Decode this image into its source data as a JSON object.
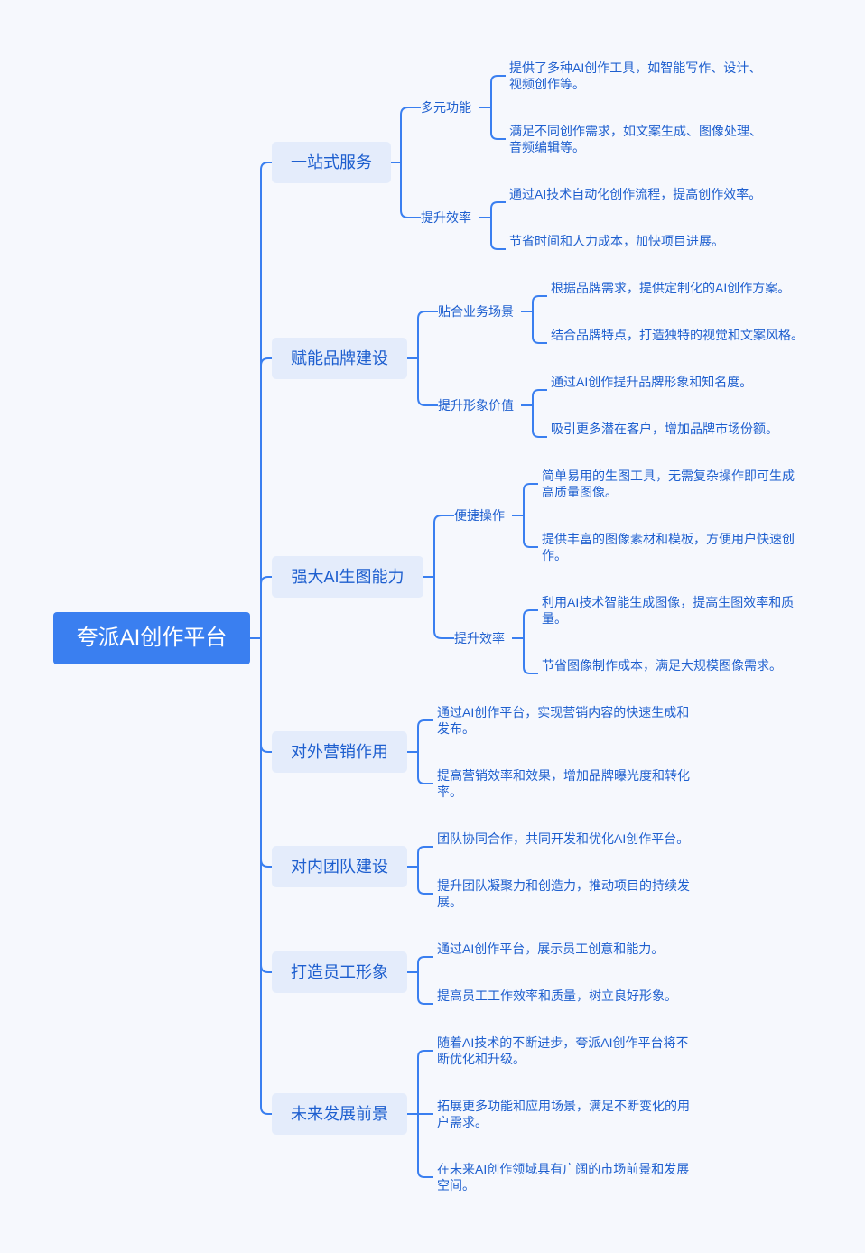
{
  "root": "夸派AI创作平台",
  "branches": [
    {
      "label": "一站式服务",
      "subs": [
        {
          "label": "多元功能",
          "leaves": [
            "提供了多种AI创作工具，如智能写作、设计、视频创作等。",
            "满足不同创作需求，如文案生成、图像处理、音频编辑等。"
          ]
        },
        {
          "label": "提升效率",
          "leaves": [
            "通过AI技术自动化创作流程，提高创作效率。",
            "节省时间和人力成本，加快项目进展。"
          ]
        }
      ]
    },
    {
      "label": "赋能品牌建设",
      "subs": [
        {
          "label": "贴合业务场景",
          "leaves": [
            "根据品牌需求，提供定制化的AI创作方案。",
            "结合品牌特点，打造独特的视觉和文案风格。"
          ]
        },
        {
          "label": "提升形象价值",
          "leaves": [
            "通过AI创作提升品牌形象和知名度。",
            "吸引更多潜在客户，增加品牌市场份额。"
          ]
        }
      ]
    },
    {
      "label": "强大AI生图能力",
      "subs": [
        {
          "label": "便捷操作",
          "leaves": [
            "简单易用的生图工具，无需复杂操作即可生成高质量图像。",
            "提供丰富的图像素材和模板，方便用户快速创作。"
          ]
        },
        {
          "label": "提升效率",
          "leaves": [
            "利用AI技术智能生成图像，提高生图效率和质量。",
            "节省图像制作成本，满足大规模图像需求。"
          ]
        }
      ]
    },
    {
      "label": "对外营销作用",
      "leaves": [
        "通过AI创作平台，实现营销内容的快速生成和发布。",
        "提高营销效率和效果，增加品牌曝光度和转化率。"
      ]
    },
    {
      "label": "对内团队建设",
      "leaves": [
        "团队协同合作，共同开发和优化AI创作平台。",
        "提升团队凝聚力和创造力，推动项目的持续发展。"
      ]
    },
    {
      "label": "打造员工形象",
      "leaves": [
        "通过AI创作平台，展示员工创意和能力。",
        "提高员工工作效率和质量，树立良好形象。"
      ]
    },
    {
      "label": "未来发展前景",
      "leaves": [
        "随着AI技术的不断进步，夸派AI创作平台将不断优化和升级。",
        "拓展更多功能和应用场景，满足不断变化的用户需求。",
        "在未来AI创作领域具有广阔的市场前景和发展空间。"
      ]
    }
  ],
  "colors": {
    "line": "#3a7ff0",
    "text": "#1e5fcf",
    "root_bg": "#3a7ff0",
    "branch_bg": "#e4ecfb",
    "background": "#f6f8fd"
  }
}
